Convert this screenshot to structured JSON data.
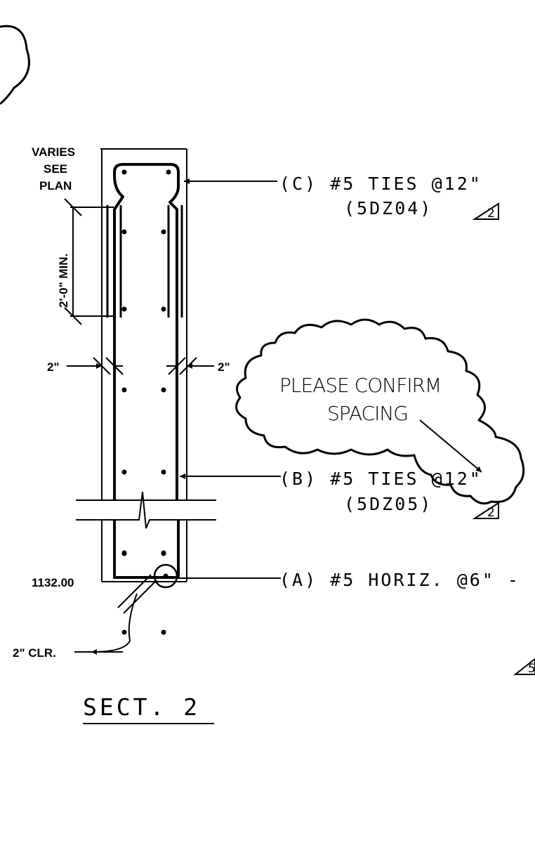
{
  "section_title": "SECT. 2",
  "callouts": {
    "c_label": "(C) #5 TIES @12\"",
    "c_mark": "(5DZ04)",
    "b_label": "(B) #5 TIES @12\"",
    "b_mark": "(5DZ05)",
    "a_label": "(A) #5 HORIZ. @6\" -",
    "revision": "2",
    "revision_partial": "5"
  },
  "annotations": {
    "varies_1": "VARIES",
    "varies_2": "SEE",
    "varies_3": "PLAN",
    "min_length": "2'-0\" MIN.",
    "cover_left": "2\"",
    "cover_right": "2\"",
    "elevation": "1132.00",
    "clear_cover": "2\" CLR."
  },
  "cloud_note": {
    "line1": "PLEASE CONFIRM",
    "line2": "SPACING"
  }
}
